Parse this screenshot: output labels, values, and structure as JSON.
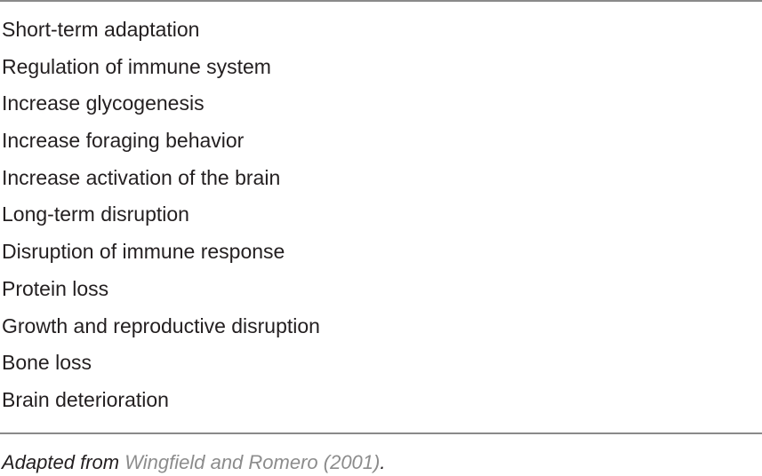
{
  "table": {
    "rows": [
      "Short-term adaptation",
      "Regulation of immune system",
      "Increase glycogenesis",
      "Increase foraging behavior",
      "Increase activation of the brain",
      "Long-term disruption",
      "Disruption of immune response",
      "Protein loss",
      "Growth and reproductive disruption",
      "Bone loss",
      "Brain deterioration"
    ]
  },
  "footnote": {
    "prefix": "Adapted from ",
    "citation": "Wingfield and Romero (2001)",
    "suffix": "."
  },
  "colors": {
    "text": "#231f20",
    "rule": "#8a8a8a",
    "link": "#8c8c8c"
  }
}
